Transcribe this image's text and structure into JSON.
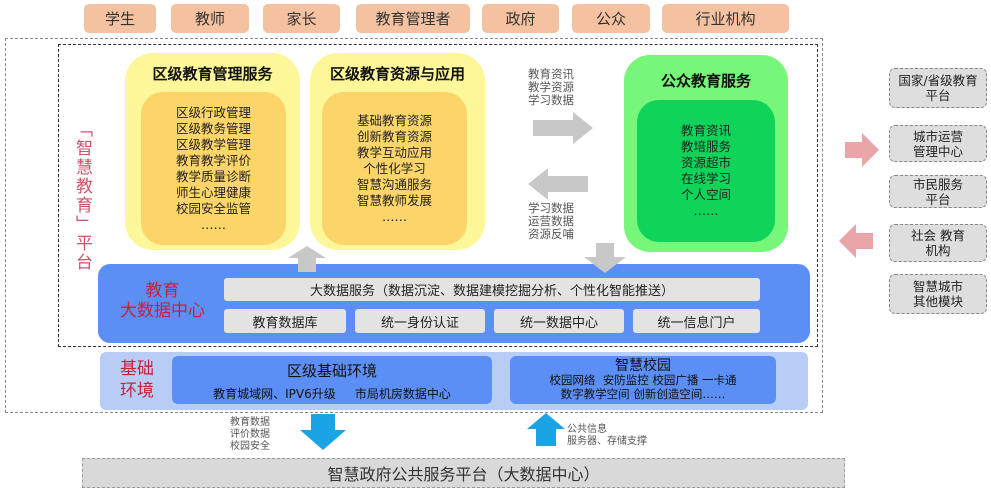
{
  "stakeholders": [
    "学生",
    "教师",
    "家长",
    "教育管理者",
    "政府",
    "公众",
    "行业机构"
  ],
  "platform_label": "「智慧教育」平台",
  "mgmt": {
    "title": "区级教育管理服务",
    "items": [
      "区级行政管理",
      "区级教务管理",
      "区级教学管理",
      "教育教学评价",
      "教学质量诊断",
      "师生心理健康",
      "校园安全监管",
      "……"
    ]
  },
  "resources": {
    "title": "区级教育资源与应用",
    "items": [
      "基础教育资源",
      "创新教育资源",
      "教学互动应用",
      "个性化学习",
      "智慧沟通服务",
      "智慧教师发展",
      "……"
    ]
  },
  "flow_out": [
    "教育资讯",
    "教学资源",
    "学习数据"
  ],
  "flow_in": [
    "学习数据",
    "运营数据",
    "资源反哺"
  ],
  "public": {
    "title": "公众教育服务",
    "items": [
      "教育资讯",
      "教培服务",
      "资源超市",
      "在线学习",
      "个人空间",
      "……"
    ]
  },
  "bigdata": {
    "label": [
      "教育",
      "大数据中心"
    ],
    "service": "大数据服务（数据沉淀、数据建模挖掘分析、个性化智能推送）",
    "modules": [
      "教育数据库",
      "统一身份认证",
      "统一数据中心",
      "统一信息门户"
    ]
  },
  "foundation": {
    "label": [
      "基础",
      "环境"
    ],
    "district": {
      "title": "区级基础环境",
      "desc": "教育城域网、IPV6升级     市局机房数据中心"
    },
    "campus": {
      "title": "智慧校园",
      "line1": "校园网络  安防监控 校园广播 一卡通",
      "line2": "数字教学空间 创新创造空间……"
    }
  },
  "down_labels": [
    "教育数据",
    "评价数据",
    "校园安全"
  ],
  "up_labels": [
    "公共信息",
    "服务器、存储支撑"
  ],
  "gov_platform": "智慧政府公共服务平台（大数据中心）",
  "external": [
    "国家/省级教育 平台",
    "城市运营 管理中心",
    "市民服务 平台",
    "社会 教育机构",
    "智慧城市 其他模块"
  ]
}
